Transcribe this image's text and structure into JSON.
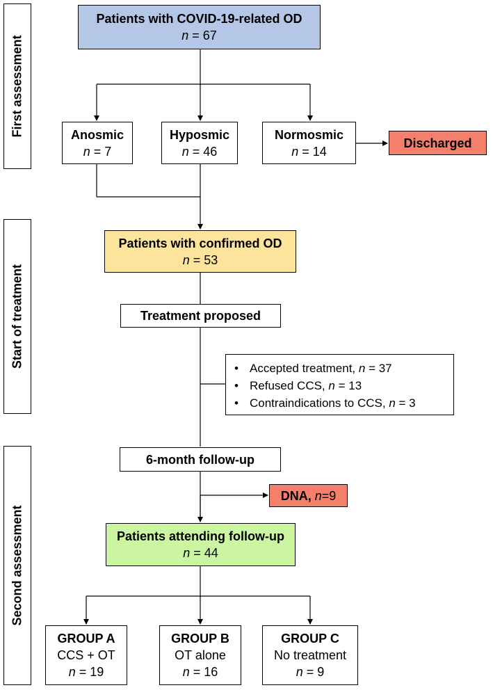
{
  "sidebars": [
    {
      "label": "First assessment"
    },
    {
      "label": "Start of treatment"
    },
    {
      "label": "Second assessment"
    }
  ],
  "nodes": {
    "covid": {
      "title": "Patients with COVID-19-related OD",
      "n": "67",
      "fill": "#b4c7e7"
    },
    "anosmic": {
      "title": "Anosmic",
      "n": "7"
    },
    "hyposmic": {
      "title": "Hyposmic",
      "n": "46"
    },
    "normosmic": {
      "title": "Normosmic",
      "n": "14"
    },
    "discharged": {
      "title": "Discharged",
      "fill": "#f4806c"
    },
    "confirmed": {
      "title": "Patients with confirmed OD",
      "n": "53",
      "fill": "#fde49c"
    },
    "treatment": {
      "title": "Treatment proposed"
    },
    "followup": {
      "title": "6-month follow-up"
    },
    "dna": {
      "title": "DNA,",
      "n": "9",
      "fill": "#f4806c"
    },
    "attending": {
      "title": "Patients attending follow-up",
      "n": "44",
      "fill": "#ccf5a1"
    },
    "group_a": {
      "title": "GROUP A",
      "sub": "CCS + OT",
      "n": "19"
    },
    "group_b": {
      "title": "GROUP B",
      "sub": "OT alone",
      "n": "16"
    },
    "group_c": {
      "title": "GROUP C",
      "sub": "No treatment",
      "n": "9"
    }
  },
  "n_label": "n",
  "eq": " = ",
  "bullets": [
    {
      "text": "Accepted treatment, ",
      "n": "37"
    },
    {
      "text": "Refused CCS, ",
      "n": "13"
    },
    {
      "text": "Contraindications to CCS, ",
      "n": "3"
    }
  ],
  "bullet_char": "•"
}
